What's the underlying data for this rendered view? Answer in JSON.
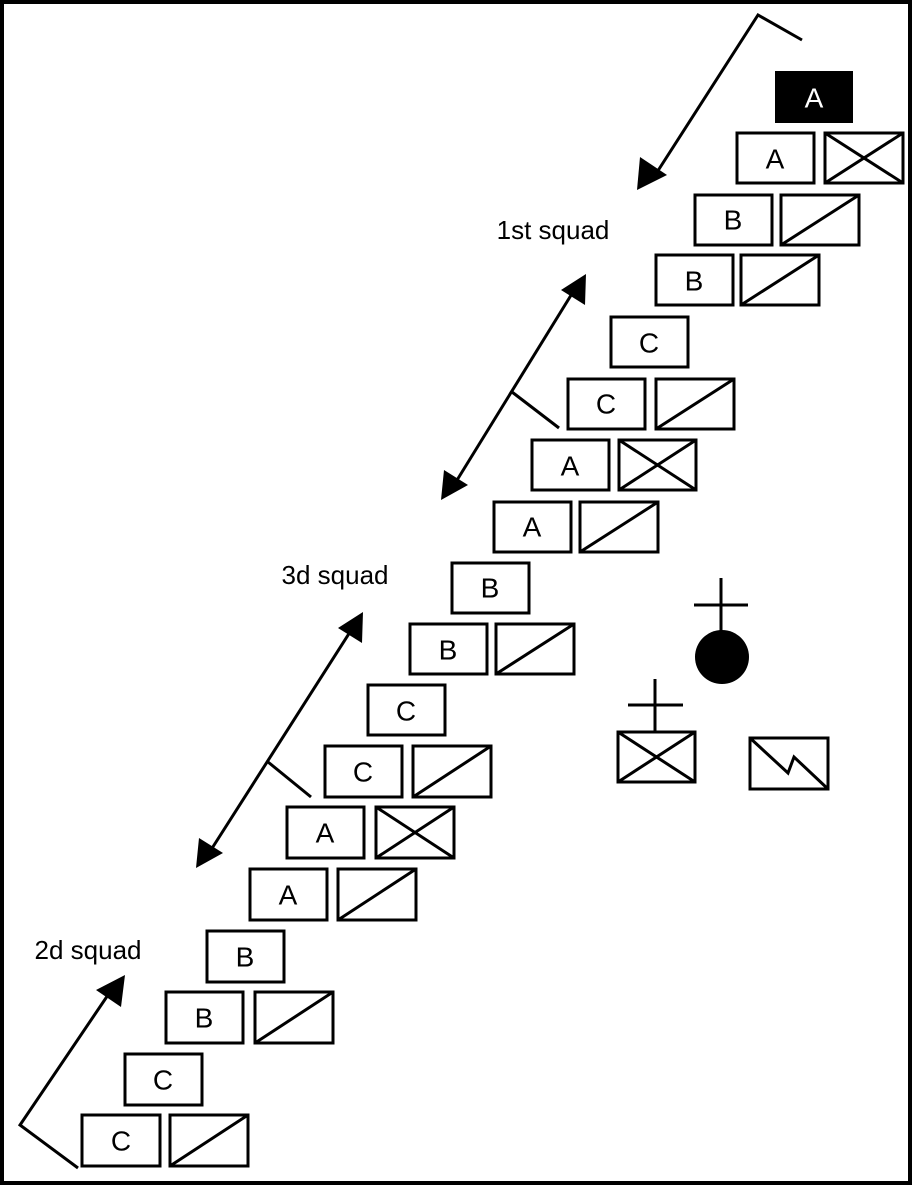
{
  "colors": {
    "ink": "#000000",
    "paper": "#ffffff"
  },
  "leader_label": "A",
  "squads": [
    {
      "label": "1st squad",
      "rows": [
        {
          "label": "A",
          "weapon": "crossed-rect-icon"
        },
        {
          "label": "B",
          "weapon": "diagonal-rect-icon"
        },
        {
          "label": "B",
          "weapon": "diagonal-rect-icon"
        },
        {
          "label": "C",
          "weapon": ""
        },
        {
          "label": "C",
          "weapon": "diagonal-rect-icon"
        }
      ]
    },
    {
      "label": "3d squad",
      "rows": [
        {
          "label": "A",
          "weapon": "crossed-rect-icon"
        },
        {
          "label": "A",
          "weapon": "diagonal-rect-icon"
        },
        {
          "label": "B",
          "weapon": ""
        },
        {
          "label": "B",
          "weapon": "diagonal-rect-icon"
        },
        {
          "label": "C",
          "weapon": ""
        },
        {
          "label": "C",
          "weapon": "diagonal-rect-icon"
        }
      ]
    },
    {
      "label": "2d squad",
      "rows": [
        {
          "label": "A",
          "weapon": "crossed-rect-icon"
        },
        {
          "label": "A",
          "weapon": "diagonal-rect-icon"
        },
        {
          "label": "B",
          "weapon": ""
        },
        {
          "label": "B",
          "weapon": "diagonal-rect-icon"
        },
        {
          "label": "C",
          "weapon": ""
        },
        {
          "label": "C",
          "weapon": "diagonal-rect-icon"
        }
      ]
    }
  ],
  "support_symbols": [
    "medic-cross-circle-icon",
    "crossed-rect-with-cross-icon",
    "radio-bolt-rect-icon"
  ]
}
